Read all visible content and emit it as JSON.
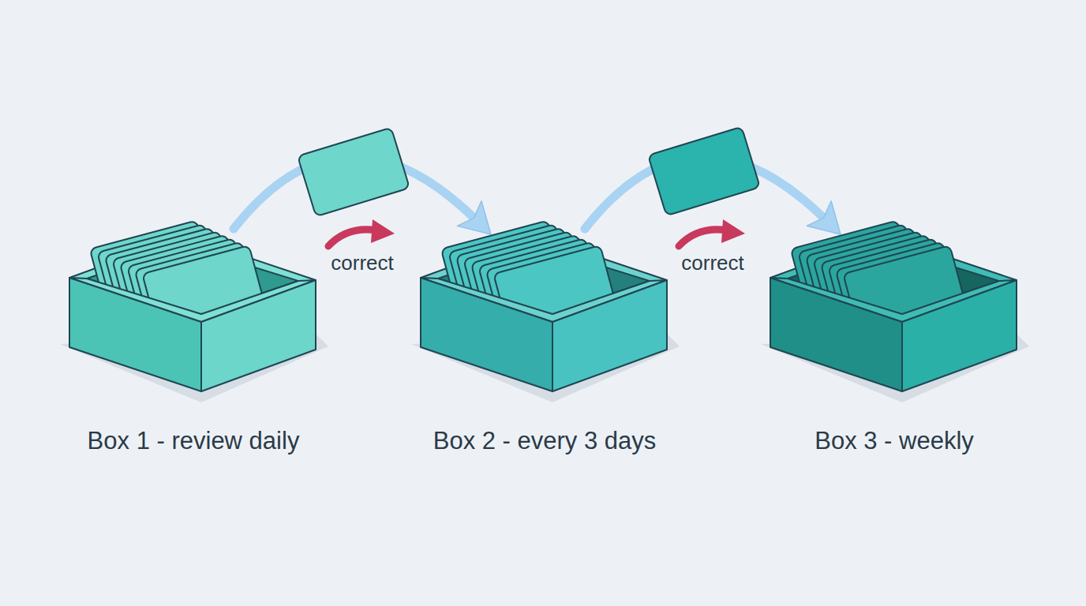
{
  "diagram": {
    "nodes": [
      {
        "text": [
          "Box 1 - review daily"
        ]
      },
      {
        "text": [
          "Box 2 - every 3 days"
        ]
      },
      {
        "text": [
          "Box 3 - weekly"
        ]
      }
    ],
    "edges": [
      {
        "from": 0,
        "to": 1,
        "label": "correct",
        "arrow": "to"
      },
      {
        "from": 1,
        "to": 2,
        "label": "correct",
        "arrow": "to"
      }
    ]
  }
}
